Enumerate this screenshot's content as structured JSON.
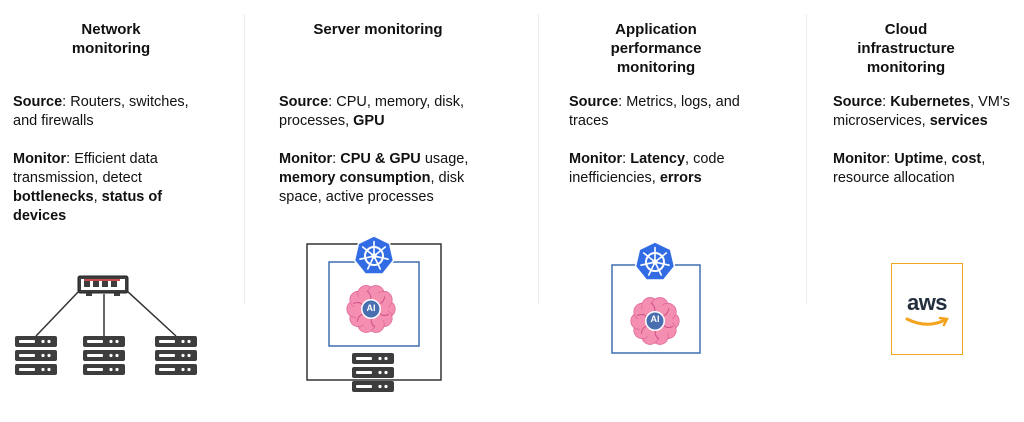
{
  "columns": [
    {
      "title": [
        "Network",
        "monitoring"
      ],
      "source": [
        {
          "t": "Source",
          "b": true
        },
        {
          "t": ": Routers, switches, and firewalls",
          "b": false
        }
      ],
      "monitor": [
        {
          "t": "Monitor",
          "b": true
        },
        {
          "t": ": Efficient data transmission, detect ",
          "b": false
        },
        {
          "t": "bottlenecks",
          "b": true
        },
        {
          "t": ", ",
          "b": false
        },
        {
          "t": "status of devices",
          "b": true
        }
      ]
    },
    {
      "title": [
        "Server monitoring"
      ],
      "source": [
        {
          "t": "Source",
          "b": true
        },
        {
          "t": ": CPU, memory, disk, processes, ",
          "b": false
        },
        {
          "t": "GPU",
          "b": true
        }
      ],
      "monitor": [
        {
          "t": "Monitor",
          "b": true
        },
        {
          "t": ": ",
          "b": false
        },
        {
          "t": "CPU & GPU",
          "b": true
        },
        {
          "t": " usage, ",
          "b": false
        },
        {
          "t": "memory consumption",
          "b": true
        },
        {
          "t": ", disk space, active processes",
          "b": false
        }
      ]
    },
    {
      "title": [
        "Application",
        "performance",
        "monitoring"
      ],
      "source": [
        {
          "t": "Source",
          "b": true
        },
        {
          "t": ": Metrics, logs, and traces",
          "b": false
        }
      ],
      "monitor": [
        {
          "t": "Monitor",
          "b": true
        },
        {
          "t": ": ",
          "b": false
        },
        {
          "t": "Latency",
          "b": true
        },
        {
          "t": ", code inefficiencies, ",
          "b": false
        },
        {
          "t": "errors",
          "b": true
        }
      ]
    },
    {
      "title": [
        "Cloud",
        "infrastructure",
        "monitoring"
      ],
      "source": [
        {
          "t": "Source",
          "b": true
        },
        {
          "t": ": ",
          "b": false
        },
        {
          "t": "Kubernetes",
          "b": true
        },
        {
          "t": ", VM's microservices, ",
          "b": false
        },
        {
          "t": "services",
          "b": true
        }
      ],
      "monitor": [
        {
          "t": "Monitor",
          "b": true
        },
        {
          "t": ": ",
          "b": false
        },
        {
          "t": "Uptime",
          "b": true
        },
        {
          "t": ", ",
          "b": false
        },
        {
          "t": "cost",
          "b": true
        },
        {
          "t": ", resource allocation",
          "b": false
        }
      ]
    }
  ],
  "icons": {
    "ai_label": "AI",
    "aws_label": "aws"
  },
  "colors": {
    "kube_blue": "#326ce5",
    "brain_pink": "#f48fb1",
    "aws_orange": "#f3a31d",
    "frame_blue": "#3f6fae",
    "server_gray": "#3d3d3d"
  }
}
